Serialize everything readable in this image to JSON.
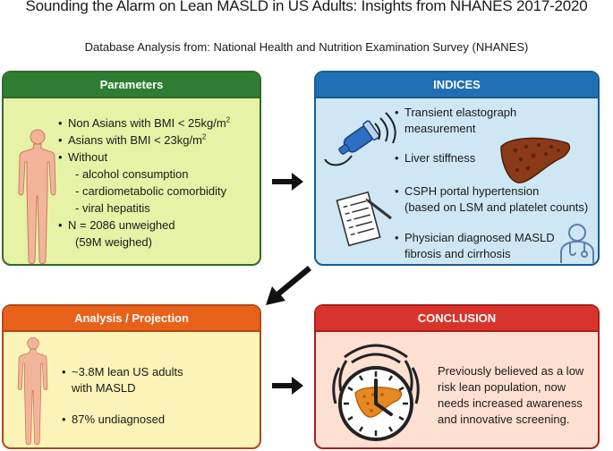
{
  "title": "Sounding the Alarm on Lean MASLD in US Adults: Insights from NHANES 2017-2020",
  "subtitle": "Database Analysis from: National Health and Nutrition Examination Survey (NHANES)",
  "parameters": {
    "heading": "Parameters",
    "item1_pre": "Non Asians with BMI < 25kg/m",
    "item1_sup": "2",
    "item2_pre": "Asians with BMI < 23kg/m",
    "item2_sup": "2",
    "item3": "Without",
    "sub1": "- alcohol consumption",
    "sub2": "- cardiometabolic comorbidity",
    "sub3": "- viral hepatitis",
    "item4": "N = 2086 unweighed",
    "item4_cont": "(59M weighed)"
  },
  "indices": {
    "heading": "INDICES",
    "item1_l1": "Transient elastograph",
    "item1_l2": "measurement",
    "item2": "Liver stiffness",
    "item3_l1": "CSPH portal hypertension",
    "item3_l2": "(based on LSM and platelet counts)",
    "item4_l1": "Physician diagnosed MASLD",
    "item4_l2": "fibrosis and cirrhosis"
  },
  "analysis": {
    "heading": "Analysis / Projection",
    "item1_l1": "~3.8M lean US adults",
    "item1_l2": "with MASLD",
    "item2": "87% undiagnosed"
  },
  "conclusion": {
    "heading": "CONCLUSION",
    "l1": "Previously believed as a low",
    "l2": "risk lean population, now",
    "l3": "needs increased awareness",
    "l4": "and innovative screening."
  },
  "icons": [
    "human-body-icon",
    "ultrasound-probe-icon",
    "liver-icon",
    "checklist-icon",
    "physician-icon",
    "clock-alarm-icon"
  ],
  "colors": {
    "parameters": "#2f7d32",
    "indices": "#1f6fb5",
    "analysis": "#e8611a",
    "conclusion": "#d9342b",
    "liver": "#8b3a18"
  }
}
